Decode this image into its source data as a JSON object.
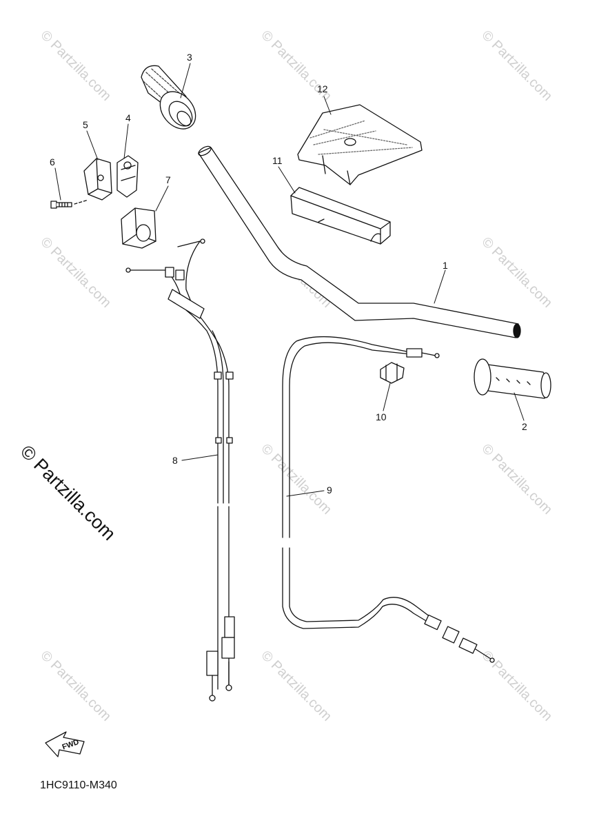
{
  "diagram": {
    "watermark_text": "© Partzilla.com",
    "big_watermark_text": "© Partzilla.com",
    "fwd_label": "FWD",
    "drawing_code": "1HC9110-M340",
    "callouts": [
      {
        "id": "1",
        "part": "handlebar"
      },
      {
        "id": "2",
        "part": "grip"
      },
      {
        "id": "3",
        "part": "throttle-grip"
      },
      {
        "id": "4",
        "part": "holder-half"
      },
      {
        "id": "5",
        "part": "holder-half"
      },
      {
        "id": "6",
        "part": "screw"
      },
      {
        "id": "7",
        "part": "cap"
      },
      {
        "id": "8",
        "part": "throttle-cable-set"
      },
      {
        "id": "9",
        "part": "clutch-cable"
      },
      {
        "id": "10",
        "part": "adjuster"
      },
      {
        "id": "11",
        "part": "pad"
      },
      {
        "id": "12",
        "part": "cover"
      }
    ]
  }
}
